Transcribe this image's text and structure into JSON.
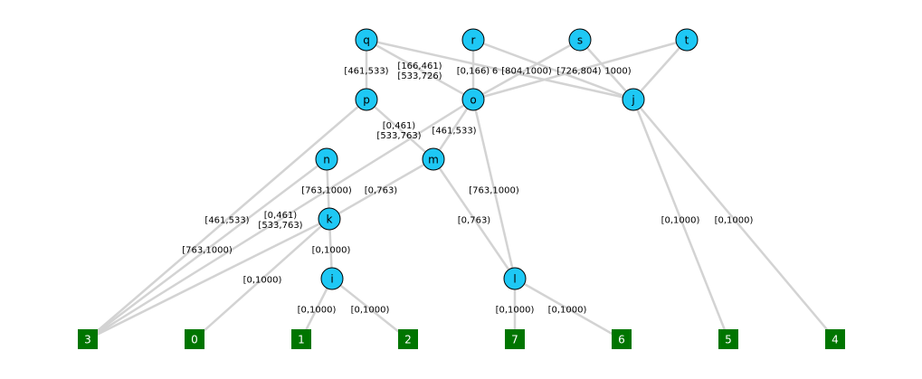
{
  "colors": {
    "internal_node": "#1ec8f5",
    "leaf_node": "#007500",
    "edge": "#d3d3d3"
  },
  "nodes": [
    {
      "id": "q",
      "label": "q",
      "kind": "internal"
    },
    {
      "id": "r",
      "label": "r",
      "kind": "internal"
    },
    {
      "id": "s",
      "label": "s",
      "kind": "internal"
    },
    {
      "id": "t",
      "label": "t",
      "kind": "internal"
    },
    {
      "id": "p",
      "label": "p",
      "kind": "internal"
    },
    {
      "id": "o",
      "label": "o",
      "kind": "internal"
    },
    {
      "id": "j",
      "label": "j",
      "kind": "internal"
    },
    {
      "id": "n",
      "label": "n",
      "kind": "internal"
    },
    {
      "id": "m",
      "label": "m",
      "kind": "internal"
    },
    {
      "id": "k",
      "label": "k",
      "kind": "internal"
    },
    {
      "id": "i",
      "label": "i",
      "kind": "internal"
    },
    {
      "id": "l",
      "label": "l",
      "kind": "internal"
    },
    {
      "id": "L3",
      "label": "3",
      "kind": "leaf"
    },
    {
      "id": "L0",
      "label": "0",
      "kind": "leaf"
    },
    {
      "id": "L1",
      "label": "1",
      "kind": "leaf"
    },
    {
      "id": "L2",
      "label": "2",
      "kind": "leaf"
    },
    {
      "id": "L7",
      "label": "7",
      "kind": "leaf"
    },
    {
      "id": "L6",
      "label": "6",
      "kind": "leaf"
    },
    {
      "id": "L5",
      "label": "5",
      "kind": "leaf"
    },
    {
      "id": "L4",
      "label": "4",
      "kind": "leaf"
    }
  ],
  "edges": [
    {
      "from": "q",
      "to": "p",
      "label": [
        "[461,533)"
      ]
    },
    {
      "from": "q",
      "to": "o",
      "label": [
        "[166,461)",
        "[533,726)"
      ]
    },
    {
      "from": "q",
      "to": "j",
      "label": []
    },
    {
      "from": "r",
      "to": "o",
      "label": [
        "[0,166)"
      ]
    },
    {
      "from": "r",
      "to": "j",
      "label": [
        "6"
      ]
    },
    {
      "from": "s",
      "to": "o",
      "label": [
        "[804,1000)"
      ]
    },
    {
      "from": "s",
      "to": "j",
      "label": []
    },
    {
      "from": "t",
      "to": "o",
      "label": [
        "[726,804)"
      ]
    },
    {
      "from": "t",
      "to": "j",
      "label": [
        "1000)"
      ]
    },
    {
      "from": "j",
      "to": "L5",
      "label": [
        "[0,1000)"
      ]
    },
    {
      "from": "j",
      "to": "L4",
      "label": [
        "[0,1000)"
      ]
    },
    {
      "from": "p",
      "to": "m",
      "label": []
    },
    {
      "from": "p",
      "to": "L3",
      "label": [
        "[461,533)"
      ]
    },
    {
      "from": "o",
      "to": "m",
      "label": [
        "[0,461)",
        "[533,763)"
      ]
    },
    {
      "from": "o",
      "to": "l",
      "label": [
        "[763,1000)"
      ]
    },
    {
      "from": "o",
      "to": "L3",
      "label": [
        "[461,533)"
      ]
    },
    {
      "from": "n",
      "to": "k",
      "label": [
        "[763,1000)"
      ]
    },
    {
      "from": "m",
      "to": "k",
      "label": [
        "[0,763)"
      ]
    },
    {
      "from": "m",
      "to": "l",
      "label": [
        "[0,763)"
      ]
    },
    {
      "from": "k",
      "to": "L3",
      "label": [
        "[0,461)",
        "[533,763)"
      ]
    },
    {
      "from": "k",
      "to": "L0",
      "label": [
        "[0,1000)"
      ]
    },
    {
      "from": "k",
      "to": "i",
      "label": [
        "[0,1000)"
      ]
    },
    {
      "from": "L3",
      "to": "n",
      "label": [
        "[763,1000)"
      ]
    },
    {
      "from": "i",
      "to": "L1",
      "label": [
        "[0,1000)"
      ]
    },
    {
      "from": "i",
      "to": "L2",
      "label": [
        "[0,1000)"
      ]
    },
    {
      "from": "l",
      "to": "L7",
      "label": [
        "[0,1000)"
      ]
    },
    {
      "from": "l",
      "to": "L6",
      "label": [
        "[0,1000)"
      ]
    }
  ]
}
